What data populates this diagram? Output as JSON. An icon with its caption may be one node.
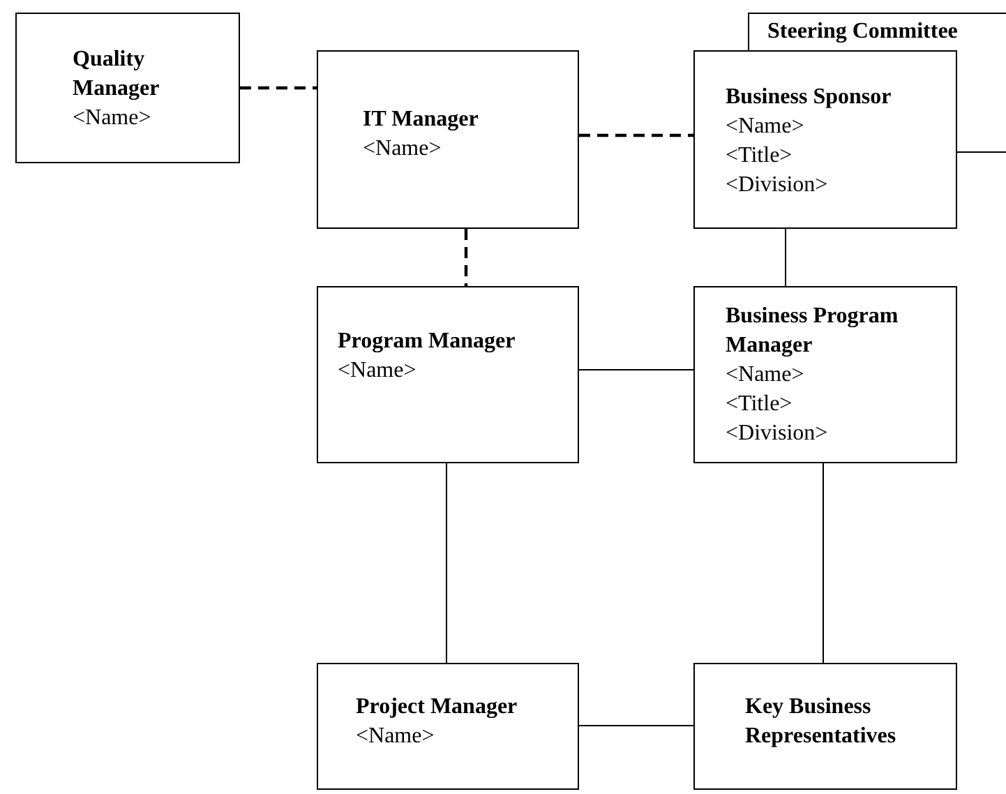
{
  "diagram": {
    "nodes": [
      {
        "text": [
          "Quality Manager",
          "<Name>"
        ]
      },
      {
        "text": [
          "IT Manager",
          "<Name>"
        ]
      },
      {
        "text": [
          "Steering Committee"
        ]
      },
      {
        "text": [
          "Business Sponsor",
          "<Name>",
          "<Title>",
          "<Division>"
        ]
      },
      {
        "text": [
          "Program Manager",
          "<Name>"
        ]
      },
      {
        "text": [
          "Business Program Manager",
          "<Name>",
          "<Title>",
          "<Division>"
        ]
      },
      {
        "text": [
          "Project Manager",
          "<Name>"
        ]
      },
      {
        "text": [
          "Key Business Representatives"
        ]
      }
    ],
    "edges": [
      {
        "from": 0,
        "to": 1,
        "arrow": "none",
        "style": "dashed"
      },
      {
        "from": 1,
        "to": 3,
        "arrow": "none",
        "style": "dashed"
      },
      {
        "from": 1,
        "to": 4,
        "arrow": "none",
        "style": "dashed"
      },
      {
        "from": 3,
        "to": null,
        "arrow": "none"
      },
      {
        "from": 3,
        "to": 5,
        "arrow": "none"
      },
      {
        "from": 4,
        "to": 5,
        "arrow": "none"
      },
      {
        "from": 4,
        "to": 6,
        "arrow": "none"
      },
      {
        "from": 5,
        "to": 7,
        "arrow": "none"
      },
      {
        "from": 6,
        "to": 7,
        "arrow": "none"
      }
    ]
  }
}
